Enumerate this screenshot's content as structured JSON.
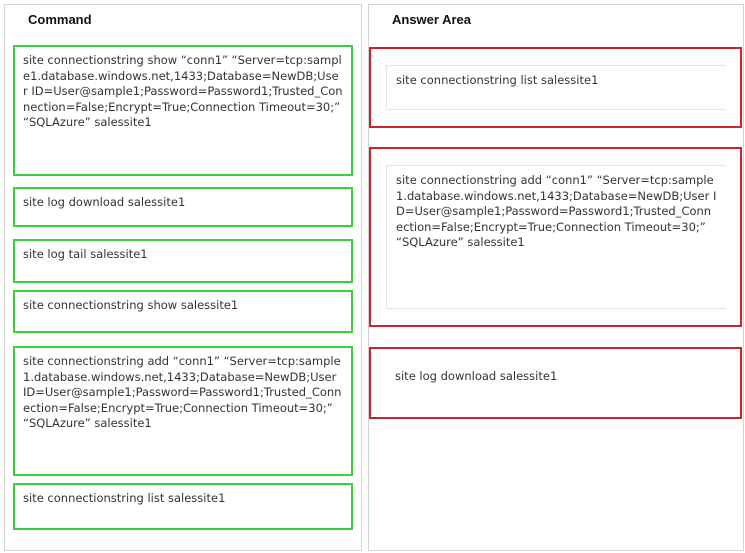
{
  "command_area": {
    "title": "Command",
    "items": [
      "site connectionstring show “conn1” “Server=tcp:sample1.database.windows.net,1433;Database=NewDB;User ID=User@sample1;Password=Password1;Trusted_Connection=False;Encrypt=True;Connection Timeout=30;” “SQLAzure” salessite1",
      "site log download salessite1",
      "site log tail salessite1",
      "site connectionstring show salessite1",
      "site connectionstring add “conn1” “Server=tcp:sample1.database.windows.net,1433;Database=NewDB;User ID=User@sample1;Password=Password1;Trusted_Connection=False;Encrypt=True;Connection Timeout=30;” “SQLAzure” salessite1",
      "site connectionstring list salessite1"
    ]
  },
  "answer_area": {
    "title": "Answer Area",
    "slots": [
      "site connectionstring list salessite1",
      "site connectionstring add “conn1” “Server=tcp:sample1.database.windows.net,1433;Database=NewDB;User ID=User@sample1;Password=Password1;Trusted_Connection=False;Encrypt=True;Connection Timeout=30;” “SQLAzure” salessite1",
      "site log download salessite1"
    ]
  },
  "colors": {
    "command_border": "#3ccf3c",
    "answer_border": "#c8242a"
  }
}
